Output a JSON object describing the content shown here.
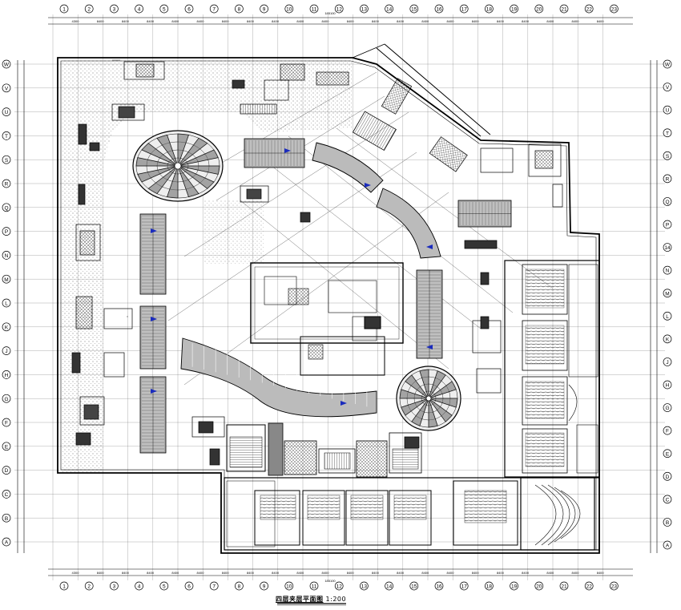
{
  "drawing": {
    "title": "四层夹层平面图",
    "scale": "1:200"
  },
  "axes": {
    "columns": [
      "1",
      "2",
      "3",
      "4",
      "5",
      "6",
      "7",
      "8",
      "9",
      "10",
      "11",
      "12",
      "13",
      "14",
      "15",
      "16",
      "17",
      "18",
      "19",
      "20",
      "21",
      "22",
      "23"
    ],
    "rows": [
      "W",
      "V",
      "U",
      "T",
      "S",
      "R",
      "Q",
      "P",
      "N",
      "M",
      "L",
      "K",
      "J",
      "H",
      "G",
      "F",
      "E",
      "D",
      "C",
      "B",
      "A"
    ],
    "right_rows": [
      "W",
      "V",
      "U",
      "T",
      "S",
      "R",
      "Q",
      "P",
      "14",
      "N",
      "M",
      "L",
      "K",
      "J",
      "H",
      "G",
      "F",
      "E",
      "D",
      "C",
      "B",
      "A"
    ],
    "top_spacings": [
      "4300",
      "8400",
      "8400",
      "8400",
      "8400",
      "8400",
      "8400",
      "8400",
      "8400",
      "8400",
      "8400",
      "8400",
      "8400",
      "8400",
      "8400",
      "8400",
      "8400",
      "8400",
      "8400",
      "8400",
      "8400",
      "8400"
    ],
    "bottom_spacings": [
      "4300",
      "8400",
      "8400",
      "8400",
      "8400",
      "8400",
      "8400",
      "8400",
      "8400",
      "8400",
      "8400",
      "8400",
      "8400",
      "8400",
      "8400",
      "8400",
      "8400",
      "8400",
      "8400",
      "8400",
      "8400",
      "8400"
    ],
    "total_dim": "185100"
  },
  "colors": {
    "line": "#000000",
    "hatch": "#555555",
    "stipple": "#999999",
    "accent_arrow": "#1a2bbd"
  }
}
